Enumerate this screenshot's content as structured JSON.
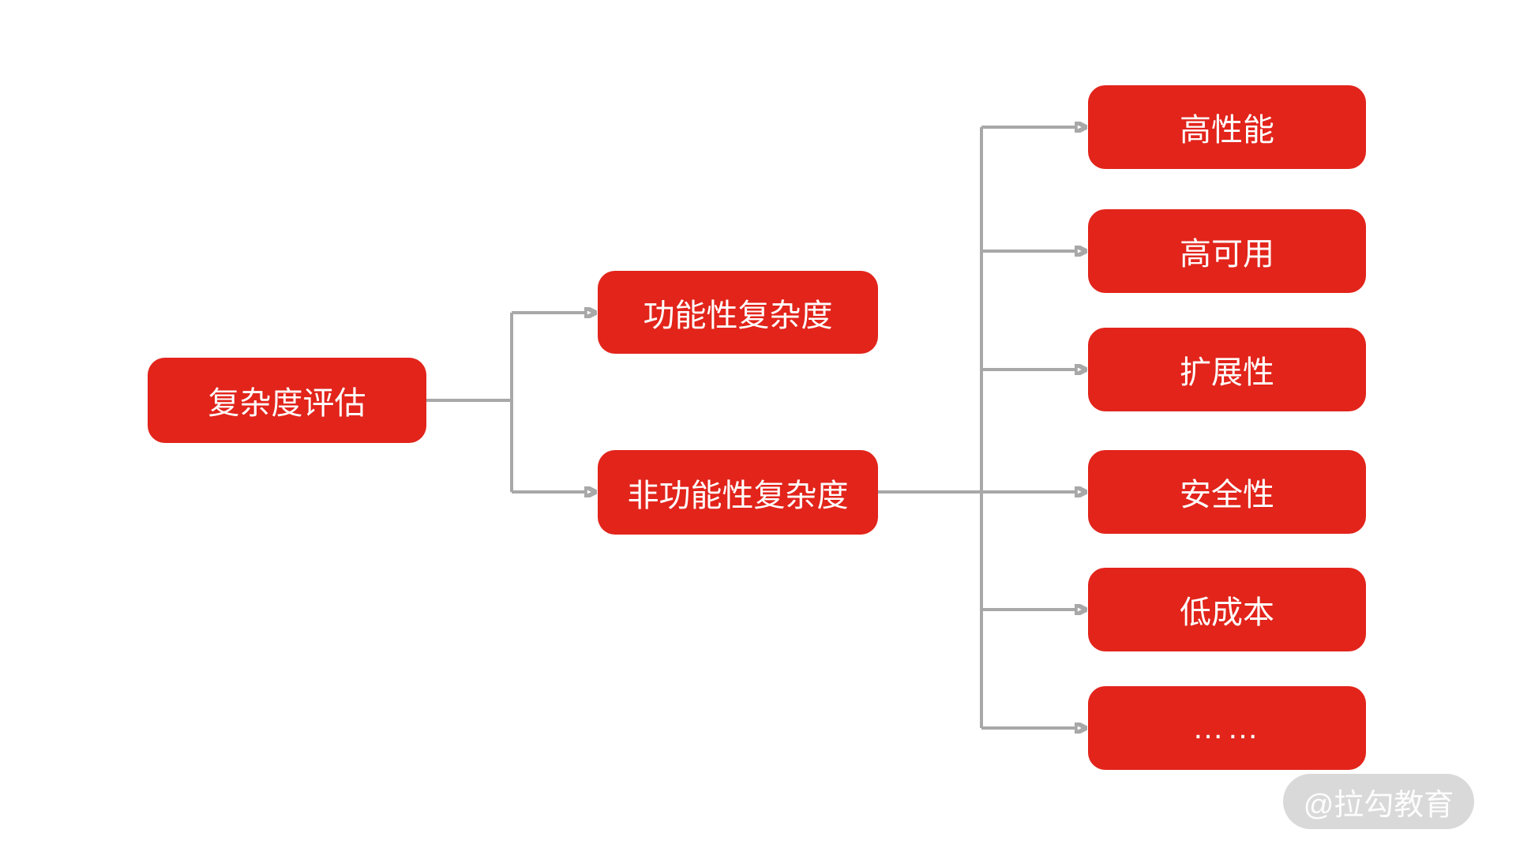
{
  "diagram": {
    "title_hint": "complexity-assessment-tree",
    "root": {
      "label": "复杂度评估"
    },
    "level2": [
      {
        "id": "functional",
        "label": "功能性复杂度"
      },
      {
        "id": "non-functional",
        "label": "非功能性复杂度"
      }
    ],
    "level3": [
      {
        "id": "high-performance",
        "label": "高性能"
      },
      {
        "id": "high-availability",
        "label": "高可用"
      },
      {
        "id": "scalability",
        "label": "扩展性"
      },
      {
        "id": "security",
        "label": "安全性"
      },
      {
        "id": "low-cost",
        "label": "低成本"
      },
      {
        "id": "ellipsis",
        "label": "……"
      }
    ],
    "colors": {
      "node": "#e2241b",
      "connector": "#a8a8a8",
      "node_text": "#ffffff",
      "watermark_bg": "#d9d9d9"
    }
  },
  "watermark": {
    "label": "@拉勾教育"
  }
}
